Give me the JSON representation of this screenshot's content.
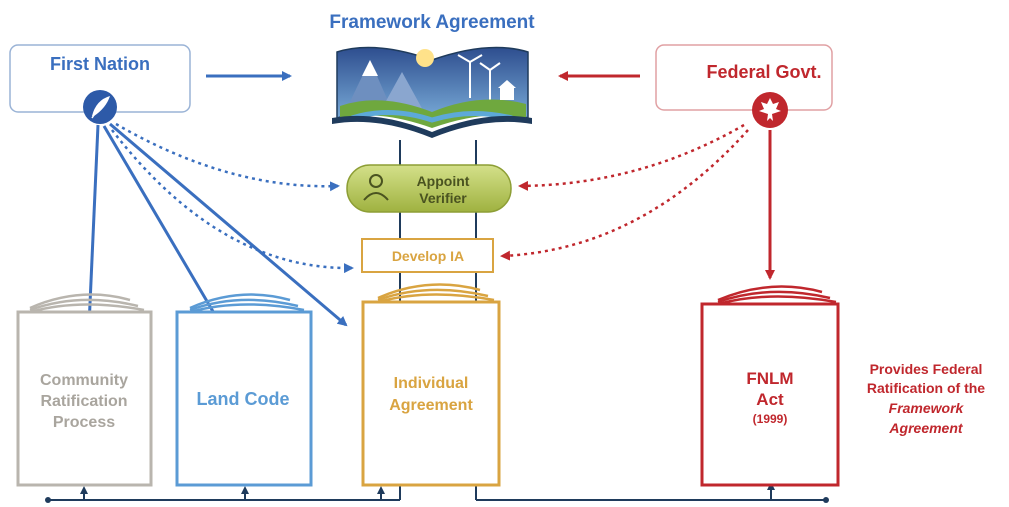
{
  "diagram": {
    "title": "Framework Agreement",
    "first_nation": {
      "label": "First Nation",
      "icon": "feather-icon",
      "color": "#3A6FBF"
    },
    "federal_govt": {
      "label": "Federal Govt.",
      "icon": "maple-leaf-icon",
      "color": "#C0272D"
    },
    "verifier": {
      "line1": "Appoint",
      "line2": "Verifier",
      "icon": "person-icon",
      "color": "#7E8A2C"
    },
    "develop_ia": {
      "label": "Develop IA",
      "color": "#D9A441"
    },
    "books": {
      "community": {
        "line1": "Community",
        "line2": "Ratification",
        "line3": "Process",
        "color": "#B9B5AE"
      },
      "land_code": {
        "label": "Land Code",
        "color": "#5B9BD5"
      },
      "individual": {
        "line1": "Individual",
        "line2": "Agreement",
        "color": "#D9A441"
      },
      "fnlm": {
        "line1": "FNLM",
        "line2": "Act",
        "line3": "(1999)",
        "color": "#C0272D"
      }
    },
    "note": {
      "line1": "Provides Federal",
      "line2": "Ratification of the",
      "line3": "Framework",
      "line4": "Agreement"
    },
    "colors": {
      "navy": "#1F3B5C",
      "blue": "#3A6FBF",
      "red": "#C0272D",
      "green": "#A7B84A",
      "gold": "#D9A441"
    }
  }
}
